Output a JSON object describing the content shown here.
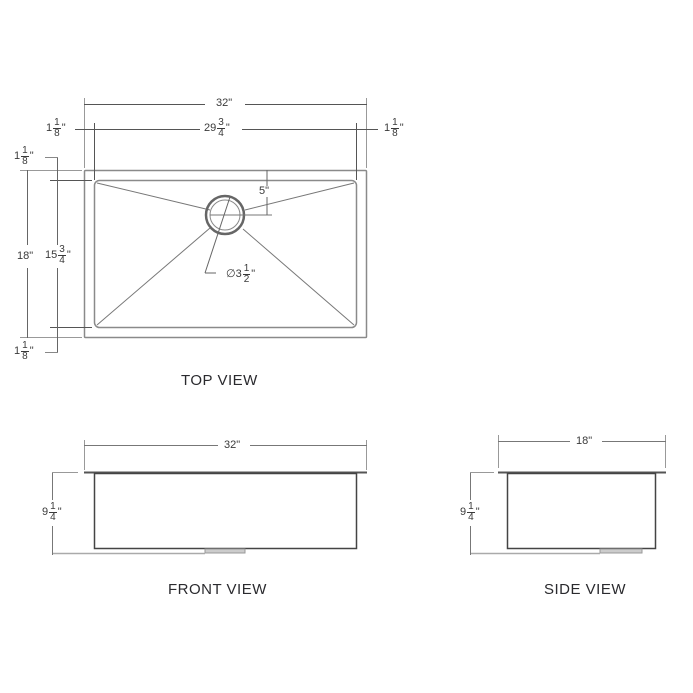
{
  "top_view": {
    "title": "TOP VIEW",
    "overall_width": {
      "whole": "32",
      "unit": "\""
    },
    "bowl_width": {
      "whole": "29",
      "num": "3",
      "den": "4",
      "unit": "\""
    },
    "left_flange": {
      "whole": "1",
      "num": "1",
      "den": "8",
      "unit": "\""
    },
    "right_flange": {
      "whole": "1",
      "num": "1",
      "den": "8",
      "unit": "\""
    },
    "top_flange": {
      "whole": "1",
      "num": "1",
      "den": "8",
      "unit": "\""
    },
    "bottom_flange": {
      "whole": "1",
      "num": "1",
      "den": "8",
      "unit": "\""
    },
    "overall_depth": {
      "whole": "18",
      "unit": "\""
    },
    "bowl_depth": {
      "whole": "15",
      "num": "3",
      "den": "4",
      "unit": "\""
    },
    "drain_offset": {
      "whole": "5",
      "unit": "\""
    },
    "drain_diameter": {
      "symbol": "∅",
      "whole": "3",
      "num": "1",
      "den": "2",
      "unit": "\""
    }
  },
  "front_view": {
    "title": "FRONT VIEW",
    "width": {
      "whole": "32",
      "unit": "\""
    },
    "height": {
      "whole": "9",
      "num": "1",
      "den": "4",
      "unit": "\""
    }
  },
  "side_view": {
    "title": "SIDE VIEW",
    "width": {
      "whole": "18",
      "unit": "\""
    },
    "height": {
      "whole": "9",
      "num": "1",
      "den": "4",
      "unit": "\""
    }
  },
  "colors": {
    "line_dark": "#555555",
    "line_light": "#9a9a9a",
    "text": "#2a2a2e"
  }
}
